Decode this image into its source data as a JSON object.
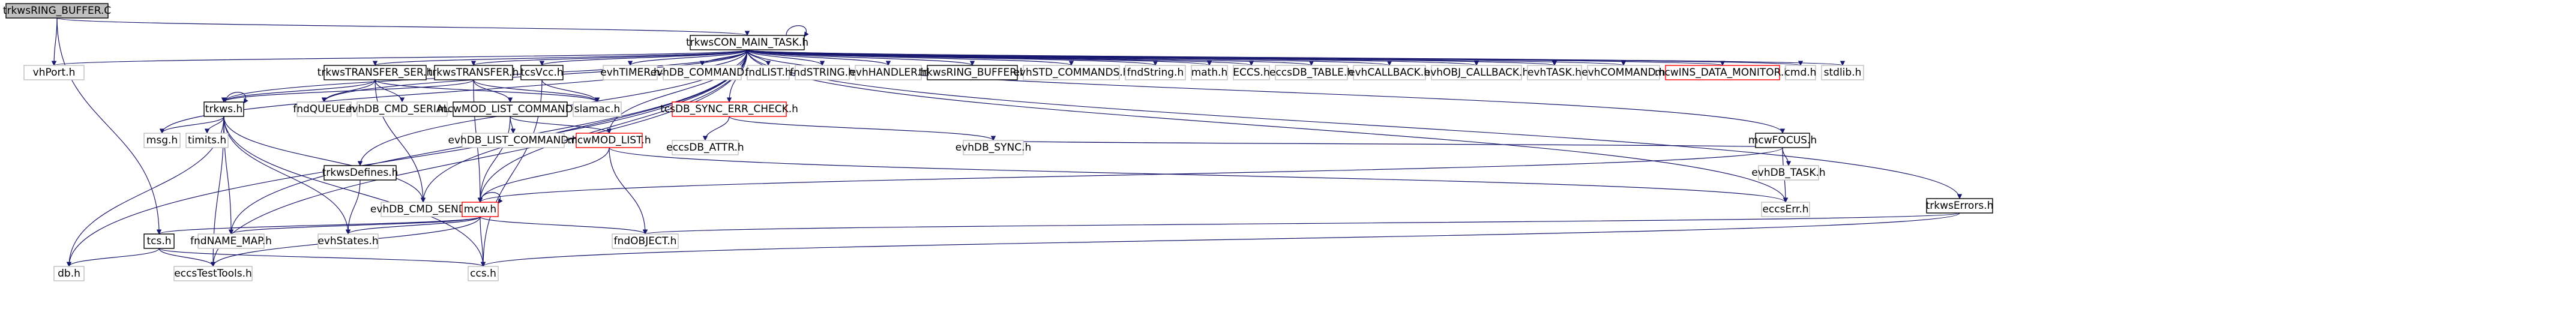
{
  "nodes": [
    {
      "id": "root",
      "label": "trkwsRING_BUFFER.C",
      "style": "root"
    },
    {
      "id": "task",
      "label": "trkwsCON_MAIN_TASK.h",
      "style": "boxed"
    },
    {
      "id": "vxport",
      "label": "vhPort.h",
      "style": "plain"
    },
    {
      "id": "transfer_ser",
      "label": "trkwsTRANSFER_SER.h",
      "style": "boxed"
    },
    {
      "id": "transfer",
      "label": "trkwsTRANSFER.h",
      "style": "boxed"
    },
    {
      "id": "tcsvcc",
      "label": "tcsVcc.h",
      "style": "boxed"
    },
    {
      "id": "evhtimer",
      "label": "evhTIMER.h",
      "style": "plain"
    },
    {
      "id": "evhdbcmd",
      "label": "evhDB_COMMAND.h",
      "style": "plain"
    },
    {
      "id": "fndlist",
      "label": "fndLIST.h",
      "style": "plain"
    },
    {
      "id": "fndstring_u",
      "label": "fndSTRING.h",
      "style": "plain"
    },
    {
      "id": "evhhandler",
      "label": "evhHANDLER.h",
      "style": "plain"
    },
    {
      "id": "ringbuf",
      "label": "trkwsRING_BUFFER.h",
      "style": "boxed"
    },
    {
      "id": "evhstdcmd",
      "label": "evhSTD_COMMANDS.h",
      "style": "plain"
    },
    {
      "id": "fndstring_l",
      "label": "fndString.h",
      "style": "plain"
    },
    {
      "id": "math",
      "label": "math.h",
      "style": "plain"
    },
    {
      "id": "eccs",
      "label": "ECCS.h",
      "style": "plain"
    },
    {
      "id": "eccsdbtable",
      "label": "eccsDB_TABLE.h",
      "style": "plain"
    },
    {
      "id": "evhcallback",
      "label": "evhCALLBACK.h",
      "style": "plain"
    },
    {
      "id": "evhobjcb",
      "label": "evhOBJ_CALLBACK.h",
      "style": "plain"
    },
    {
      "id": "evhtask",
      "label": "evhTASK.h",
      "style": "plain"
    },
    {
      "id": "evhcommand",
      "label": "evhCOMMAND.h",
      "style": "plain"
    },
    {
      "id": "mcwins",
      "label": "mcwINS_DATA_MONITOR.h",
      "style": "red"
    },
    {
      "id": "cmd",
      "label": "cmd.h",
      "style": "plain"
    },
    {
      "id": "stdlib",
      "label": "stdlib.h",
      "style": "plain"
    },
    {
      "id": "trkws",
      "label": "trkws.h",
      "style": "boxed"
    },
    {
      "id": "fndqueue",
      "label": "fndQUEUE.h",
      "style": "plain"
    },
    {
      "id": "evhdbcmdserial",
      "label": "evhDB_CMD_SERIAL.h",
      "style": "plain"
    },
    {
      "id": "mcwmodlistcmd",
      "label": "mcwMOD_LIST_COMMAND.h",
      "style": "boxed"
    },
    {
      "id": "slamac",
      "label": "slamac.h",
      "style": "plain"
    },
    {
      "id": "tcsdbsync",
      "label": "tcsDB_SYNC_ERR_CHECK.h",
      "style": "red"
    },
    {
      "id": "mcwfocus",
      "label": "mcwFOCUS.h",
      "style": "boxed"
    },
    {
      "id": "msg",
      "label": "msg.h",
      "style": "plain"
    },
    {
      "id": "timits",
      "label": "timits.h",
      "style": "plain"
    },
    {
      "id": "evhdblistcmd",
      "label": "evhDB_LIST_COMMAND.h",
      "style": "plain"
    },
    {
      "id": "mcwmodlist",
      "label": "mcwMOD_LIST.h",
      "style": "red"
    },
    {
      "id": "evhdbsync",
      "label": "evhDB_SYNC.h",
      "style": "plain"
    },
    {
      "id": "eccsdbattr",
      "label": "eccsDB_ATTR.h",
      "style": "plain"
    },
    {
      "id": "evhdbtask",
      "label": "evhDB_TASK.h",
      "style": "plain"
    },
    {
      "id": "trkwsdefines",
      "label": "trkwsDefines.h",
      "style": "boxed"
    },
    {
      "id": "evhdbcmdsend",
      "label": "evhDB_CMD_SEND.h",
      "style": "plain"
    },
    {
      "id": "mcw",
      "label": "mcw.h",
      "style": "red"
    },
    {
      "id": "eccserr",
      "label": "eccsErr.h",
      "style": "plain"
    },
    {
      "id": "trkwserrors",
      "label": "trkwsErrors.h",
      "style": "boxed"
    },
    {
      "id": "tcs",
      "label": "tcs.h",
      "style": "boxed"
    },
    {
      "id": "fndnamemap",
      "label": "fndNAME_MAP.h",
      "style": "plain"
    },
    {
      "id": "evhstates",
      "label": "evhStates.h",
      "style": "plain"
    },
    {
      "id": "fndobject",
      "label": "fndOBJECT.h",
      "style": "plain"
    },
    {
      "id": "db",
      "label": "db.h",
      "style": "plain"
    },
    {
      "id": "eccstesttools",
      "label": "eccsTestTools.h",
      "style": "plain"
    },
    {
      "id": "ccs",
      "label": "ccs.h",
      "style": "plain"
    }
  ]
}
